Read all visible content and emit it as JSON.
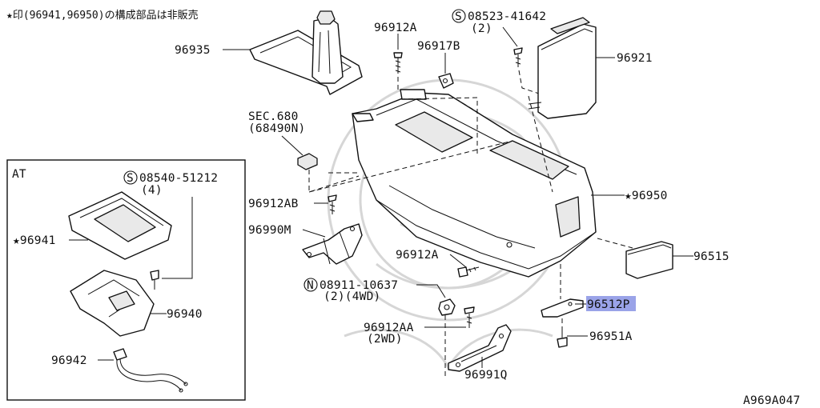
{
  "note": "★印(96941,96950)の構成部品は非販売",
  "diagram_id": "A969A047",
  "inset_title": "AT",
  "highlight_color": "#9aa3e8",
  "labels": {
    "p96935": "96935",
    "p96912A_top": "96912A",
    "p96917B": "96917B",
    "p08523_num": "08523-41642",
    "p08523_qty": "(2)",
    "p96921": "96921",
    "sec680": "SEC.680",
    "sec680_ref": "(68490N)",
    "p96950": "★96950",
    "p96912AB": "96912AB",
    "p96990M": "96990M",
    "p96515": "96515",
    "p96912A_mid": "96912A",
    "p08911_num": "08911-10637",
    "p08911_qty": "(2)(4WD)",
    "p96512P": "96512P",
    "p96912AA": "96912AA",
    "p96912AA_note": "(2WD)",
    "p96951A": "96951A",
    "p96991Q": "96991Q",
    "p08540_num": "08540-51212",
    "p08540_qty": "(4)",
    "p96941": "★96941",
    "p96940": "96940",
    "p96942": "96942",
    "s_symbol": "S",
    "n_symbol": "N"
  }
}
